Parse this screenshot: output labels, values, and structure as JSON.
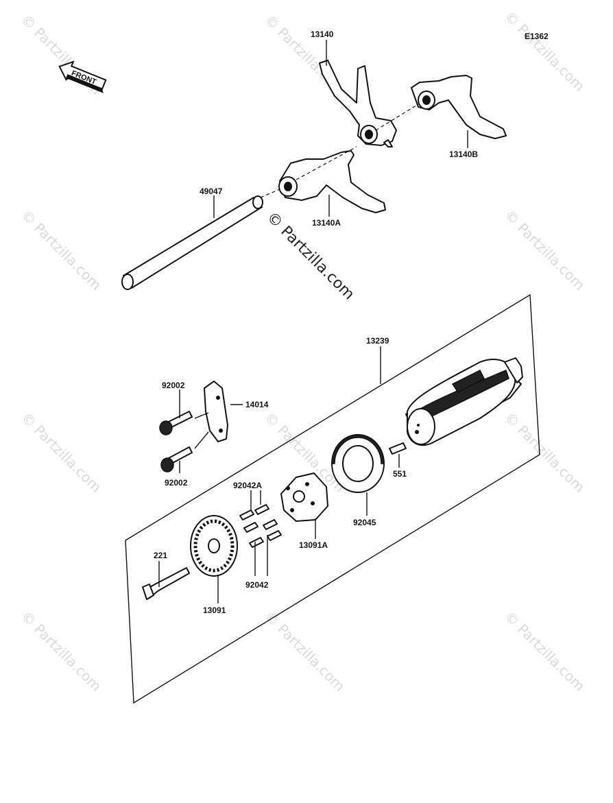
{
  "diagram_code": "E1362",
  "front_label": "FRONT",
  "watermark_text": "© Partzilla.com",
  "center_watermark": "© Partzilla.com",
  "parts": {
    "fork_13140": "13140",
    "fork_13140b": "13140B",
    "fork_13140a": "13140A",
    "shaft_49047": "49047",
    "drum_13239": "13239",
    "plate_14014": "14014",
    "bolt_92002_top": "92002",
    "bolt_92002_bottom": "92002",
    "pin_551": "551",
    "bearing_92045": "92045",
    "pins_92042a": "92042A",
    "holder_13091a": "13091A",
    "pins_92042": "92042",
    "screw_221": "221",
    "cam_13091": "13091"
  }
}
